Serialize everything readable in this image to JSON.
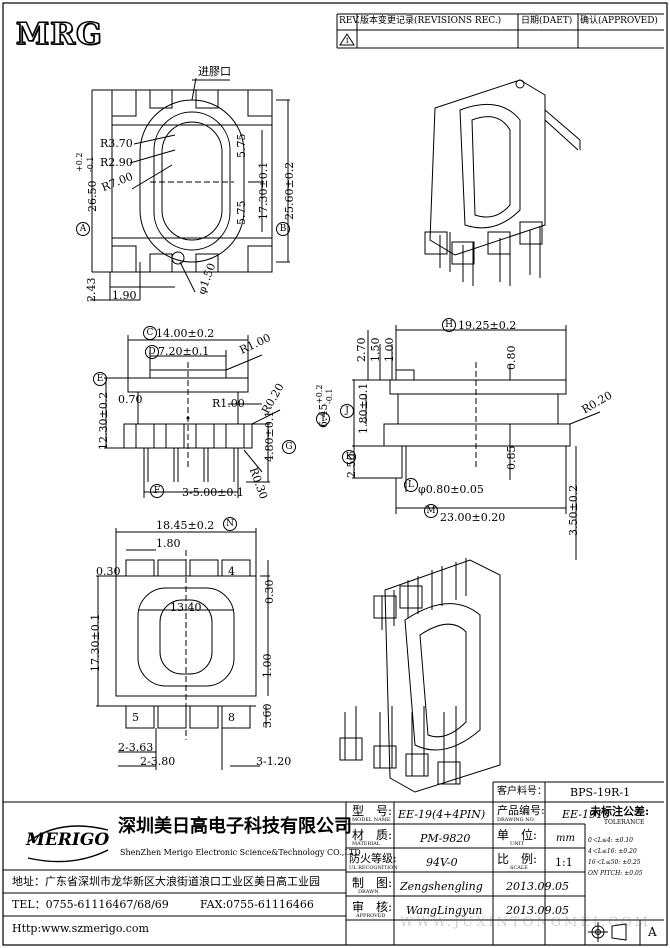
{
  "logo_text": "MRG",
  "revision_table": {
    "headers": [
      "REV.",
      "版本变更记录(REVISIONS REC.)",
      "日期(DAET)",
      "确认(APPROVED)"
    ],
    "rev_symbol": "1"
  },
  "view_top": {
    "gate_label": "进膠口",
    "dims": [
      "R3.70",
      "R2.90",
      "R7.00",
      "5.75",
      "5.75",
      "17.30±0.1",
      "25.60±0.2",
      "2.43",
      "1.90",
      "φ1.50"
    ],
    "overall_height": "26.50",
    "overall_height_tol_plus": "+0.2",
    "overall_height_tol_minus": "-0.1",
    "markers": [
      "A",
      "B"
    ]
  },
  "view_side": {
    "dims": [
      "14.00±0.2",
      "7.20±0.1",
      "R1.00",
      "R1.00",
      "0.70",
      "12.30±0.2",
      "R0.20",
      "4.80±0.1",
      "R0.30",
      "3-5.00±0.1"
    ],
    "markers": [
      "C",
      "D",
      "E",
      "F",
      "G"
    ]
  },
  "view_front": {
    "dims": [
      "19.25±0.2",
      "2.70",
      "1.50",
      "1.00",
      "0.80",
      "R0.20",
      "6.45",
      "1.80±0.1",
      "0.85",
      "2.50",
      "φ0.80±0.05",
      "23.00±0.20",
      "3.50±0.2"
    ],
    "dim_645_tol_plus": "+0.2",
    "dim_645_tol_minus": "-0.1",
    "markers": [
      "H",
      "I",
      "J",
      "K",
      "L",
      "M"
    ]
  },
  "view_bottom": {
    "dims": [
      "18.45±0.2",
      "1.80",
      "0.30",
      "0.30",
      "13.40",
      "17.30±0.1",
      "1.00",
      "3.60",
      "2-3.63",
      "2-3.80",
      "3-1.20"
    ],
    "pin_numbers": [
      "4",
      "5",
      "8"
    ],
    "markers": [
      "N"
    ]
  },
  "title_block": {
    "company_cn": "深圳美日高电子科技有限公司",
    "company_en": "ShenZhen Merigo Electronic Science&Technology CO.,LTD",
    "brand": "MERIGO",
    "address": "地址：广东省深圳市龙华新区大浪街道浪口工业区美日高工业园",
    "tel": "TEL：0755-61116467/68/69",
    "fax": "FAX:0755-61116466",
    "web": "Http:www.szmerigo.com",
    "customer_no_label": "客户料号：",
    "customer_no": "BPS-19R-1",
    "model_label": "型　号:",
    "model_label_en": "MODEL NAME",
    "model": "EE-19(4+4PIN)",
    "drawing_no_label": "产品编号:",
    "drawing_no_label_en": "DRAWING NO.",
    "drawing_no": "EE-1915",
    "material_label": "材　质:",
    "material_label_en": "MATERIAL",
    "material": "PM-9820",
    "unit_label": "单　位:",
    "unit_label_en": "UNIT",
    "unit": "mm",
    "flame_label": "防火等级:",
    "flame_label_en": "UL RECOGNITION",
    "flame": "94V-0",
    "scale_label": "比　例:",
    "scale_label_en": "SCALE",
    "scale": "1:1",
    "drawn_label": "制　图:",
    "drawn_label_en": "DRAWN",
    "drawn_by": "Zengshengling",
    "drawn_date": "2013.09.05",
    "approved_label": "审　核:",
    "approved_label_en": "APPROVED",
    "approved_by": "WangLingyun",
    "approved_date": "2013.09.05",
    "tolerance_title": "未标注公差:",
    "tolerance_title_en": "TOLERANCE",
    "tolerances": [
      "0＜L≤4:  ±0.10",
      "4＜L≤16:  ±0.20",
      "16＜L≤50: ±0.25",
      "ON PITCH: ±0.05"
    ],
    "sheet_letter": "A",
    "watermark": "WWW.JUXINTONGMEI.COM"
  }
}
